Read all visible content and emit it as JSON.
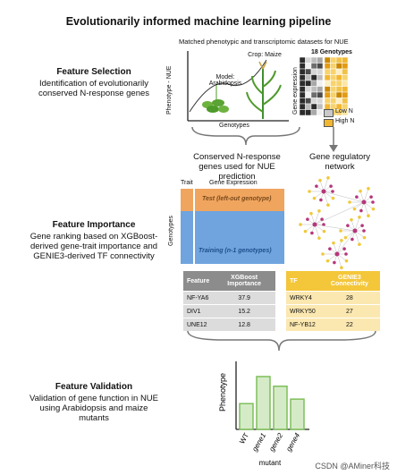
{
  "title": "Evolutionarily informed machine learning pipeline",
  "matched_caption": "Matched phenotypic and transcriptomic datasets for NUE",
  "sections": {
    "selection": {
      "title": "Feature Selection",
      "desc": "Identification of evolutionarily conserved N-response genes"
    },
    "importance": {
      "title": "Feature Importance",
      "desc": "Gene ranking based on XGBoost-derived gene-trait importance and GENIE3-derived TF connectivity"
    },
    "validation": {
      "title": "Feature Validation",
      "desc": "Validation of gene function in NUE using Arabidopsis and maize mutants"
    }
  },
  "plot": {
    "ylabel": "Phenotype - NUE",
    "xlabel": "Genotypes",
    "model_label": "Model: Arabidopsis",
    "crop_label": "Crop: Maize"
  },
  "heatmap": {
    "title": "18 Genotypes",
    "ylabel": "Gene expression",
    "legend": [
      {
        "label": "Low N",
        "color": "#c9c9c9"
      },
      {
        "label": "High N",
        "color": "#f2b731"
      }
    ]
  },
  "captions": {
    "conserved": "Conserved N-response genes used for NUE prediction",
    "network": "Gene regulatory network"
  },
  "panel": {
    "trait": "Trait",
    "gene_expression": "Gene Expression",
    "genotypes": "Genotypes",
    "test": "Test (left-out genotype)",
    "training": "Training (n-1 genotypes)"
  },
  "xgb_table": {
    "headers": [
      "Feature",
      "XGBoost Importance"
    ],
    "rows": [
      [
        "NF-YA6",
        "37.9"
      ],
      [
        "DIV1",
        "15.2"
      ],
      [
        "UNE12",
        "12.8"
      ]
    ]
  },
  "genie_table": {
    "headers": [
      "TF",
      "GENIE3 Connectivity"
    ],
    "rows": [
      [
        "WRKY4",
        "28"
      ],
      [
        "WRKY50",
        "27"
      ],
      [
        "NF-YB12",
        "22"
      ]
    ]
  },
  "bar": {
    "ylabel": "Phenotype",
    "xlabel": "mutant",
    "categories": [
      "WT",
      "gene1",
      "gene2",
      "gene4"
    ],
    "values": [
      0.4,
      0.82,
      0.67,
      0.47
    ]
  },
  "watermark": "CSDN @AMiner科技",
  "colors": {
    "orange": "#f0a55f",
    "blue": "#6fa4de",
    "green": "#7fbf5a",
    "yellow": "#f4c63a",
    "gray": "#9a9a9a"
  }
}
